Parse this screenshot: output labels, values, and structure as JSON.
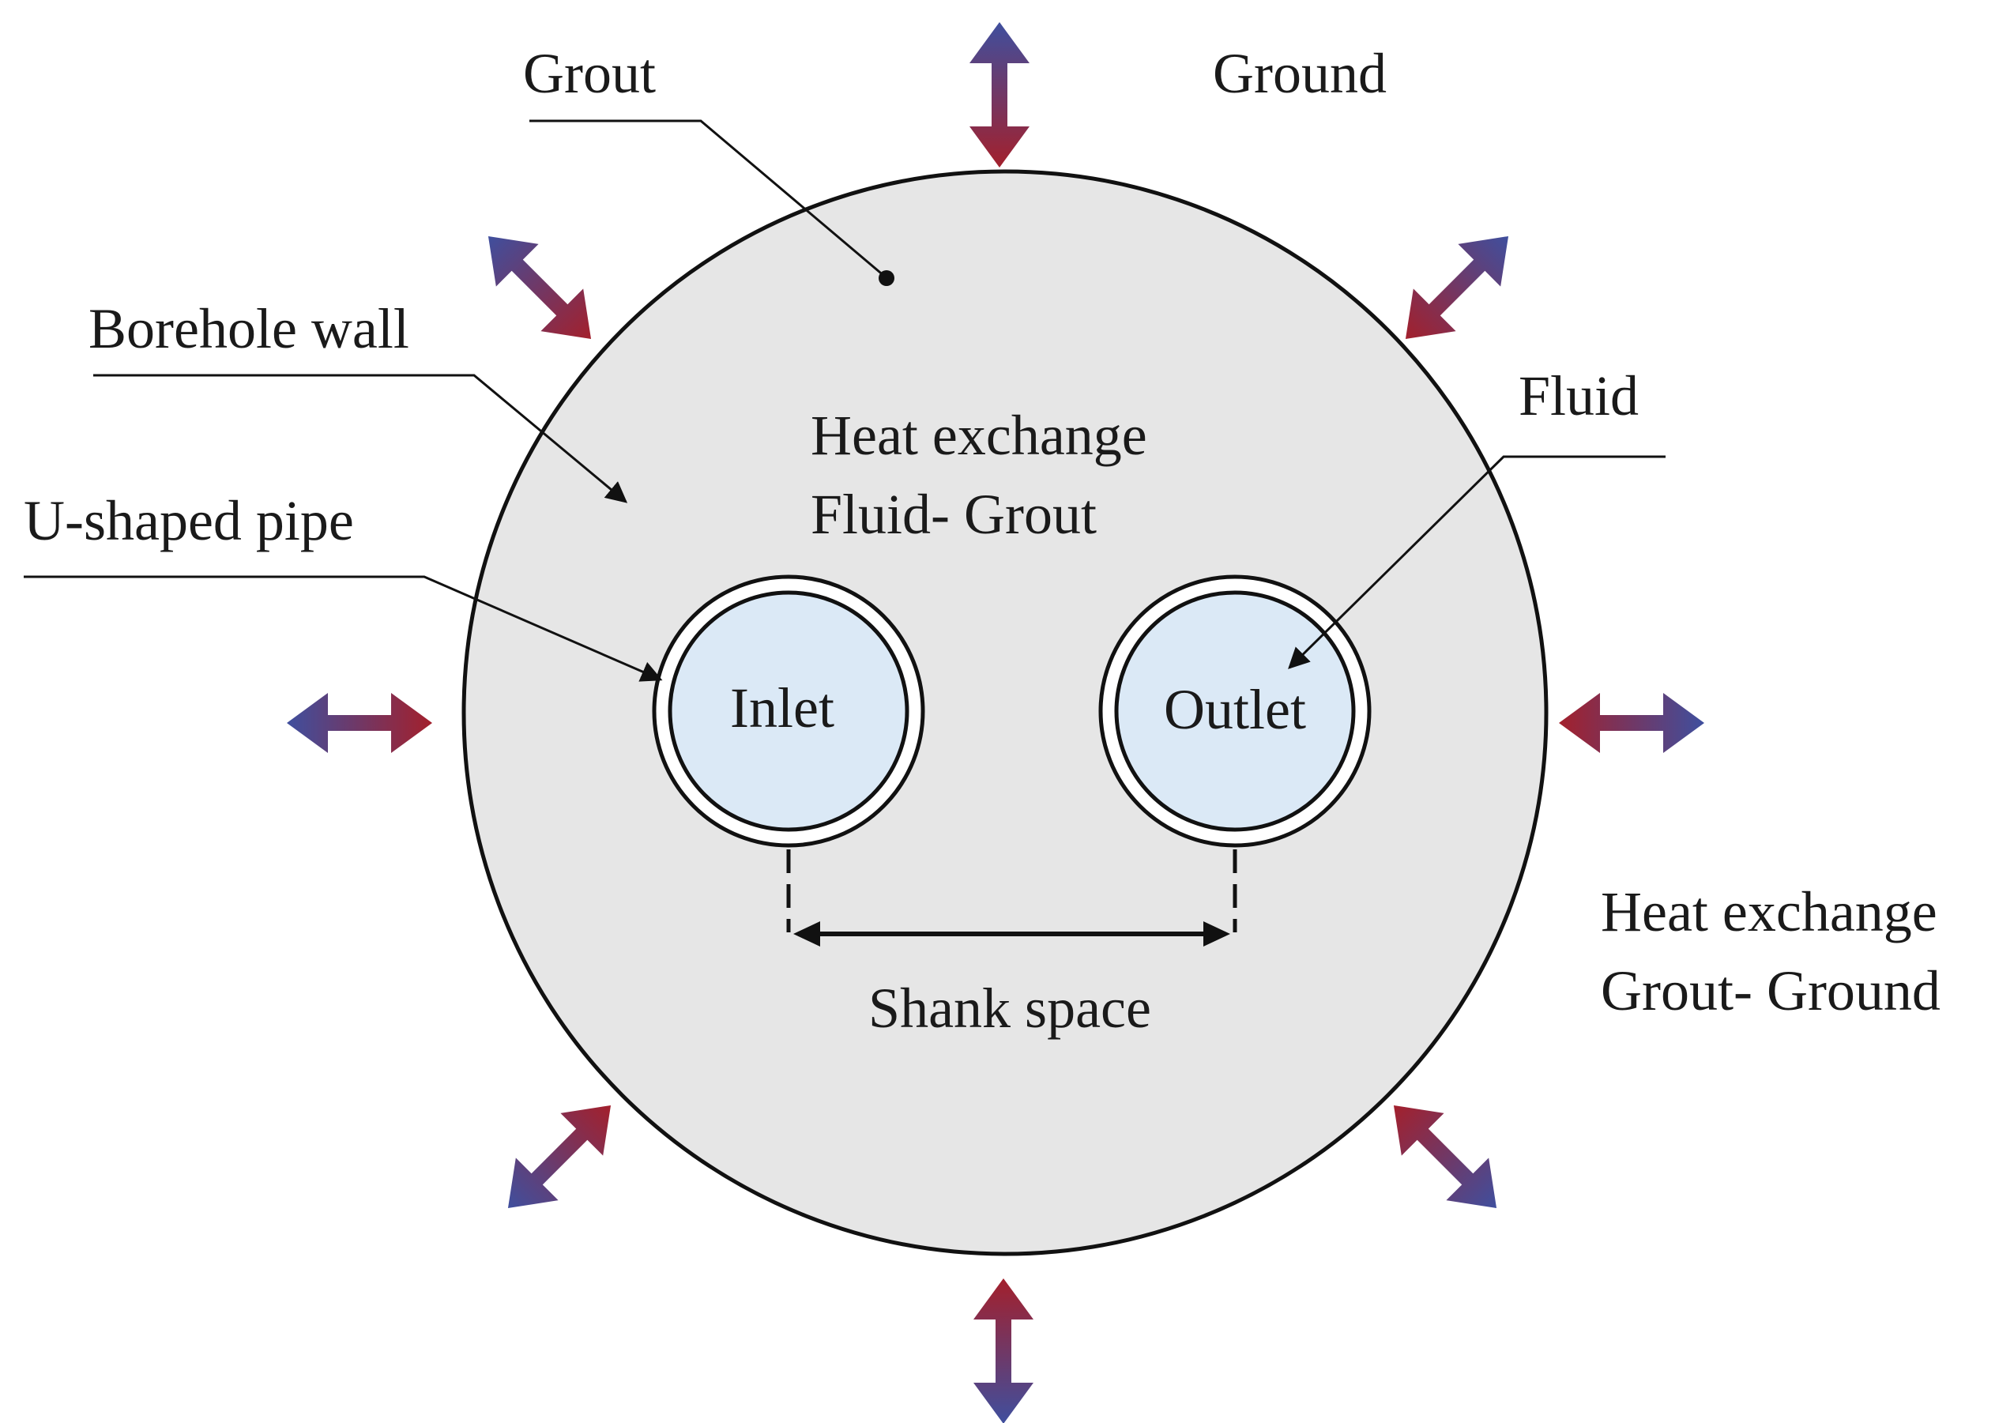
{
  "labels": {
    "grout": "Grout",
    "ground": "Ground",
    "borehole_wall": "Borehole wall",
    "u_shaped_pipe": "U-shaped pipe",
    "fluid": "Fluid",
    "heat_exchange_inner_line1": "Heat exchange",
    "heat_exchange_inner_line2": "Fluid- Grout",
    "heat_exchange_outer_line1": "Heat exchange",
    "heat_exchange_outer_line2": "Grout- Ground",
    "inlet": "Inlet",
    "outlet": "Outlet",
    "shank_space": "Shank space"
  },
  "colors": {
    "grout_fill": "#e6e6e6",
    "pipe_fill": "#dbe9f6",
    "arrow_red": "#a3202c",
    "arrow_blue": "#3f4f9e",
    "line": "#111111"
  },
  "heat_flow_arrows": {
    "count": 8,
    "style": "double-headed red-blue gradient"
  }
}
